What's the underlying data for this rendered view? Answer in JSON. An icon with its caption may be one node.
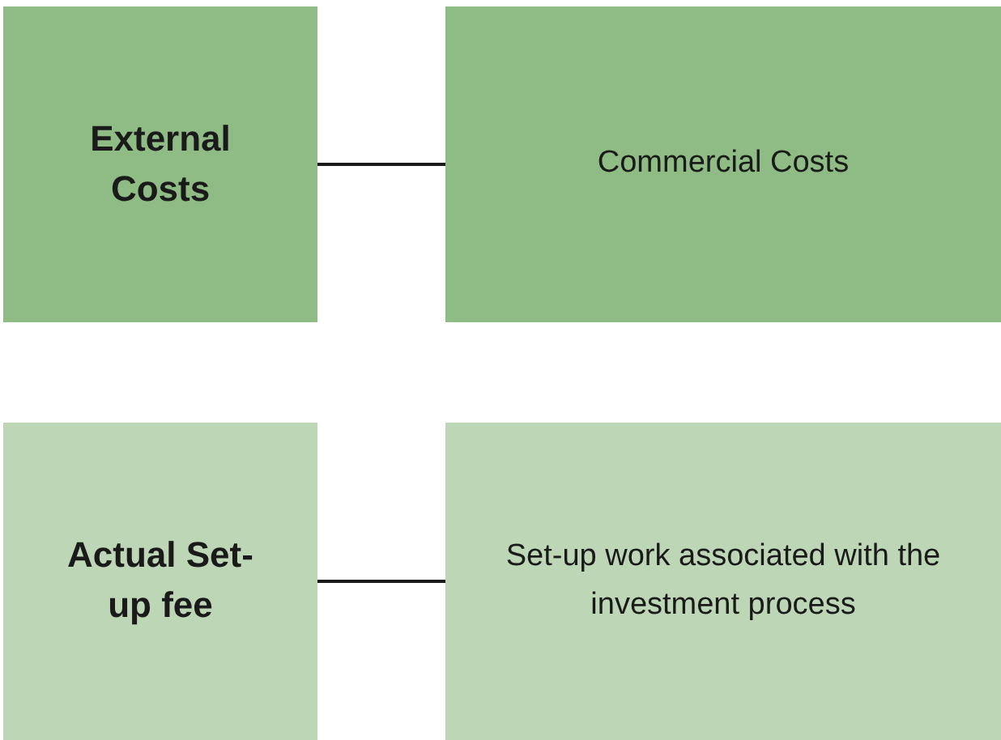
{
  "diagram": {
    "nodes": [
      {
        "text": [
          "External Costs"
        ]
      },
      {
        "text": [
          "Commercial Costs"
        ]
      },
      {
        "text": [
          "Actual Set-up fee"
        ]
      },
      {
        "text": [
          "Set-up work associated with the investment process"
        ]
      }
    ],
    "edges": [
      {
        "from": 0,
        "to": 1,
        "arrow": "none"
      },
      {
        "from": 2,
        "to": 3,
        "arrow": "none"
      }
    ]
  }
}
